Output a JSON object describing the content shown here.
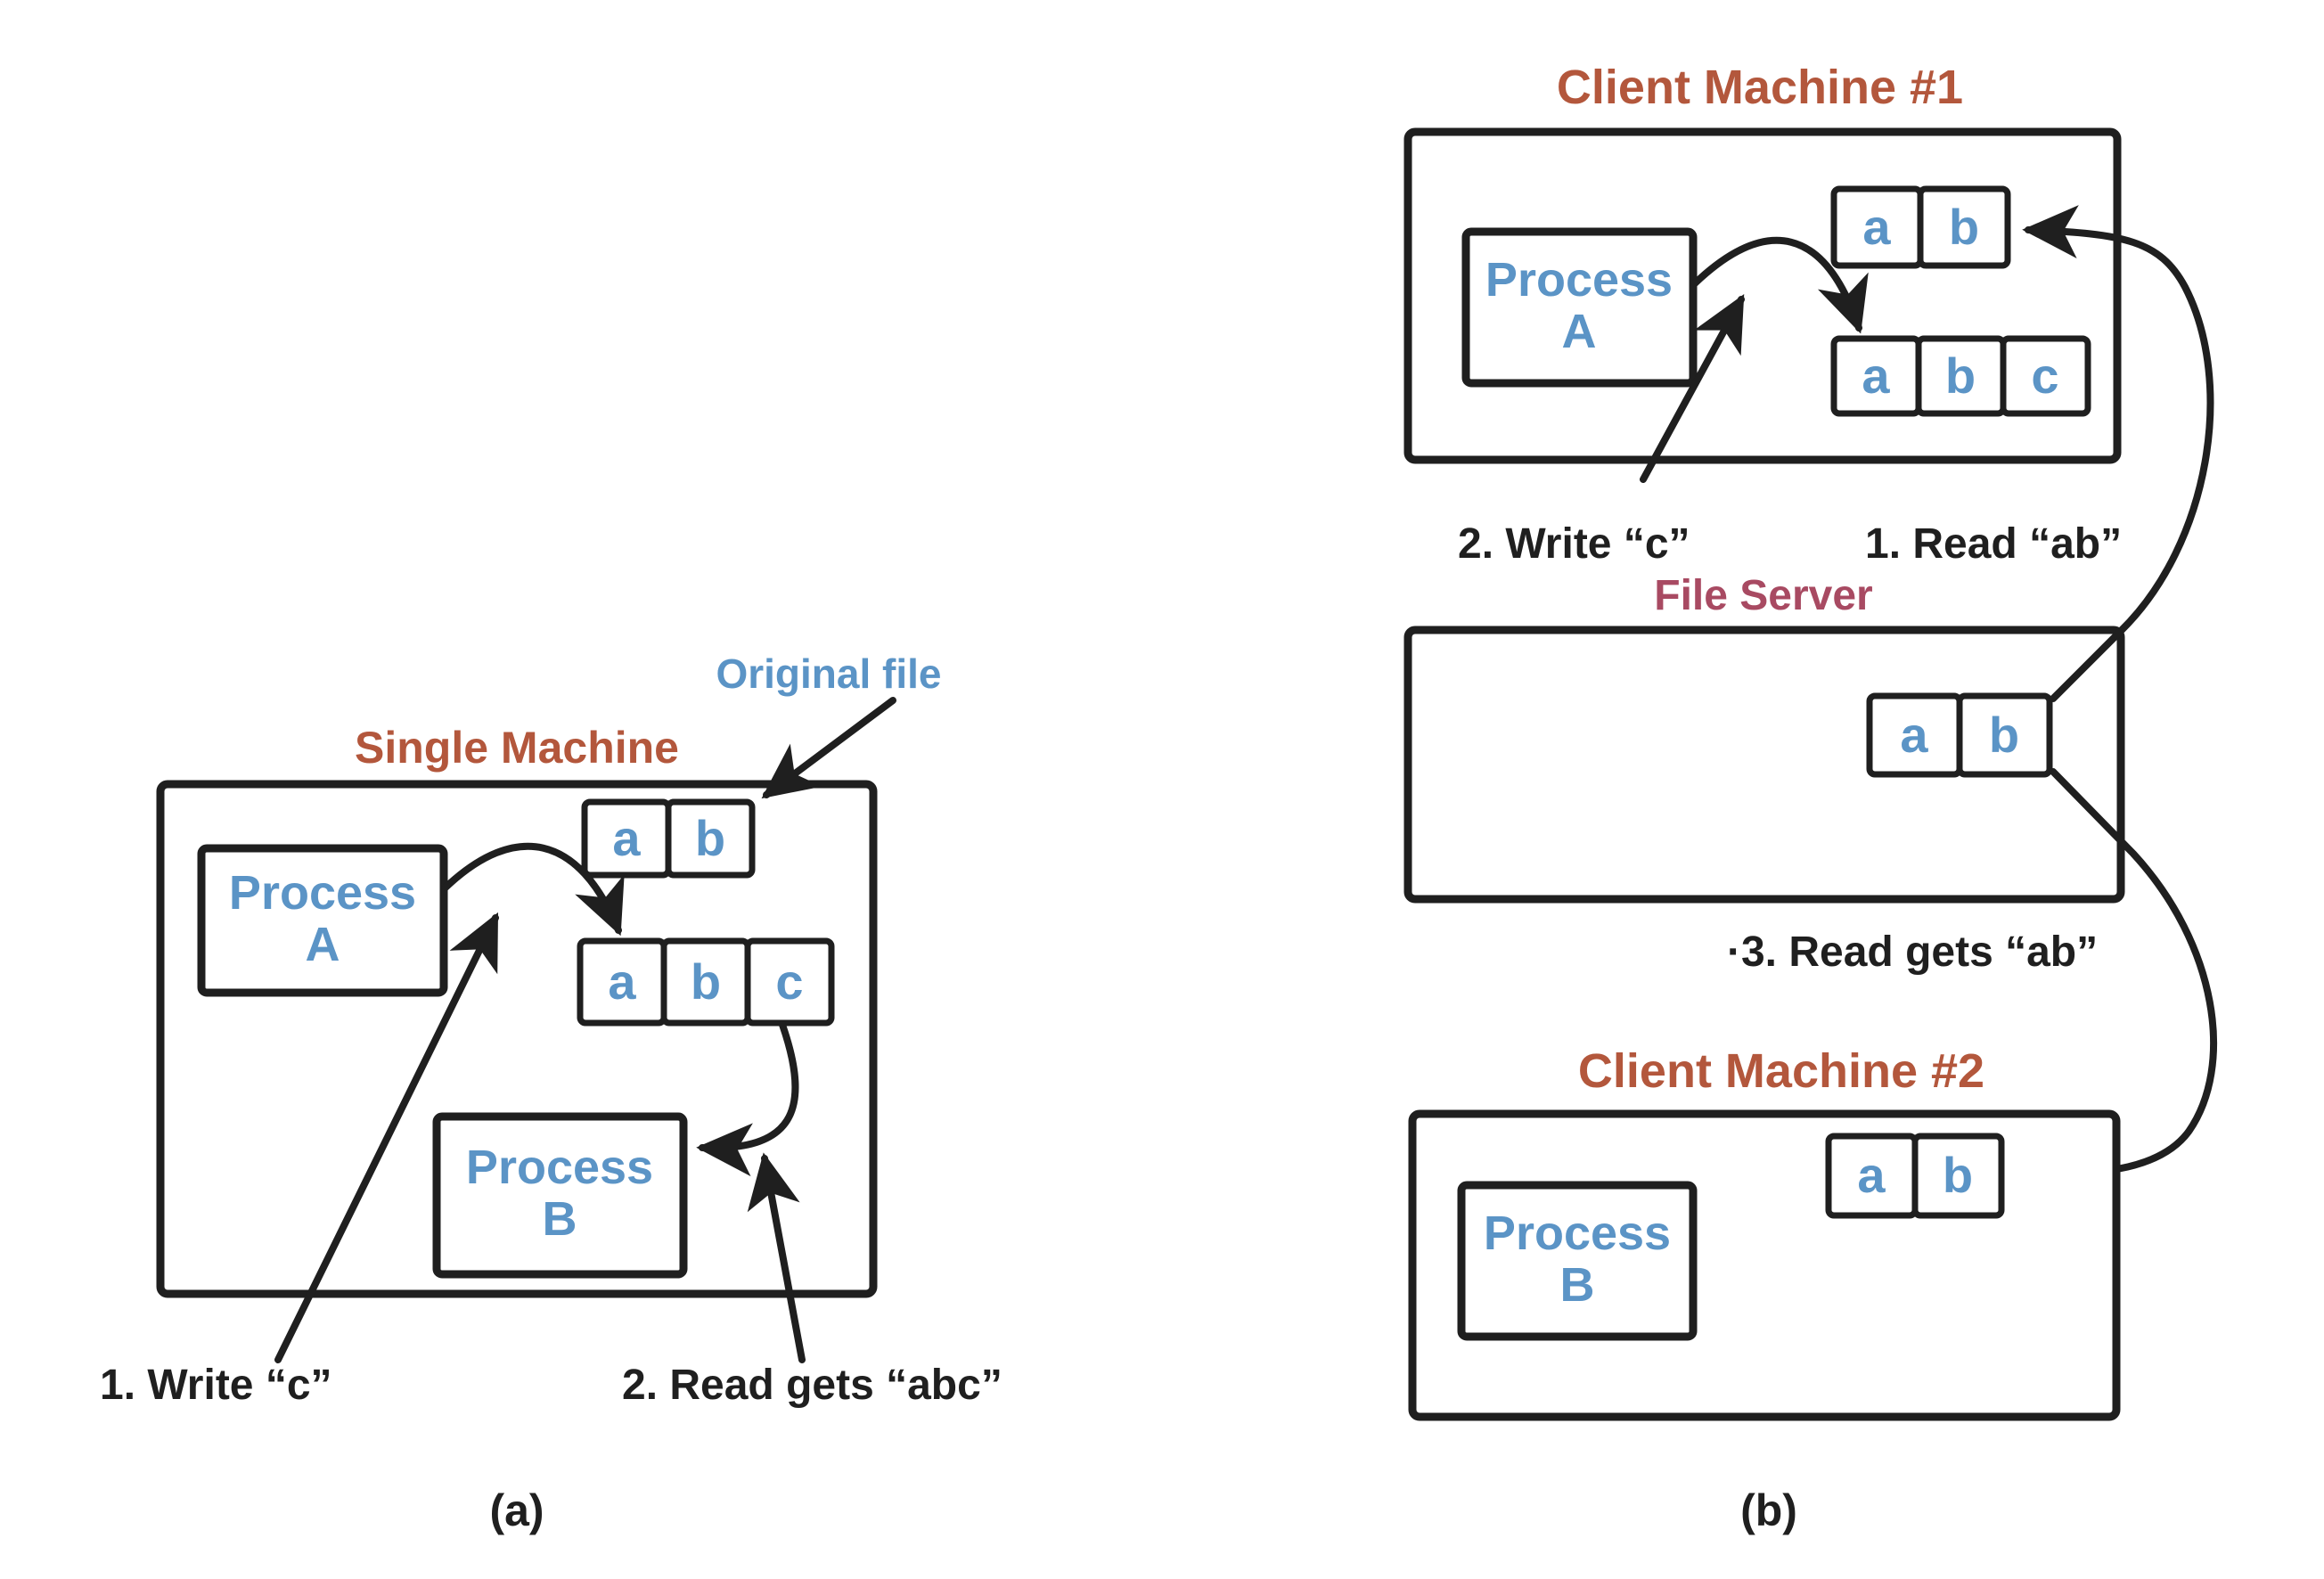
{
  "colors": {
    "ink": "#1f1f1f",
    "machine_title_orange": "#b3573c",
    "server_title_rose": "#a84a62",
    "process_blue": "#5b94c6",
    "background": "#ffffff"
  },
  "diagram_a": {
    "caption": "(a)",
    "title": "Single Machine",
    "original_file_label": "Original file",
    "process_a": {
      "line1": "Process",
      "line2": "A"
    },
    "process_b": {
      "line1": "Process",
      "line2": "B"
    },
    "original_cells": [
      "a",
      "b"
    ],
    "modified_cells": [
      "a",
      "b",
      "c"
    ],
    "step1_label": "1. Write “c”",
    "step2_label": "2. Read gets “abc”"
  },
  "diagram_b": {
    "caption": "(b)",
    "client1_title": "Client Machine #1",
    "server_title": "File Server",
    "client2_title": "Client Machine #2",
    "process_a": {
      "line1": "Process",
      "line2": "A"
    },
    "process_b": {
      "line1": "Process",
      "line2": "B"
    },
    "client1_read_cells": [
      "a",
      "b"
    ],
    "client1_modified_cells": [
      "a",
      "b",
      "c"
    ],
    "server_cells": [
      "a",
      "b"
    ],
    "client2_cells": [
      "a",
      "b"
    ],
    "step_write_label": "2. Write “c”",
    "step_read_label": "1. Read “ab”",
    "step3_label": "·3. Read gets “ab”"
  }
}
